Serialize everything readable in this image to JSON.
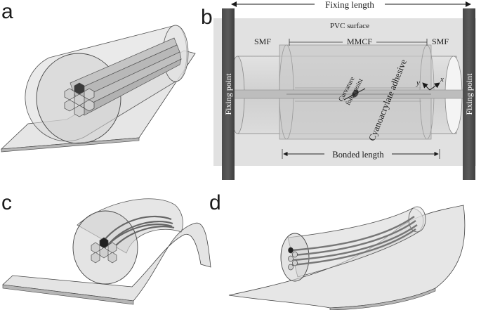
{
  "panels": {
    "a": {
      "label": "a"
    },
    "b": {
      "label": "b",
      "fixing_length": "Fixing length",
      "pvc_surface": "PVC surface",
      "smf_left": "SMF",
      "mmcf": "MMCF",
      "smf_right": "SMF",
      "fixing_point_left": "Fixing point",
      "fixing_point_right": "Fixing point",
      "curvature_line1": "Curvature",
      "curvature_line2": "force point",
      "adhesive": "Cyanoacrylate adhesive",
      "bonded_length": "Bonded length",
      "axis_x": "x",
      "axis_y": "y"
    },
    "c": {
      "label": "c"
    },
    "d": {
      "label": "d"
    }
  }
}
